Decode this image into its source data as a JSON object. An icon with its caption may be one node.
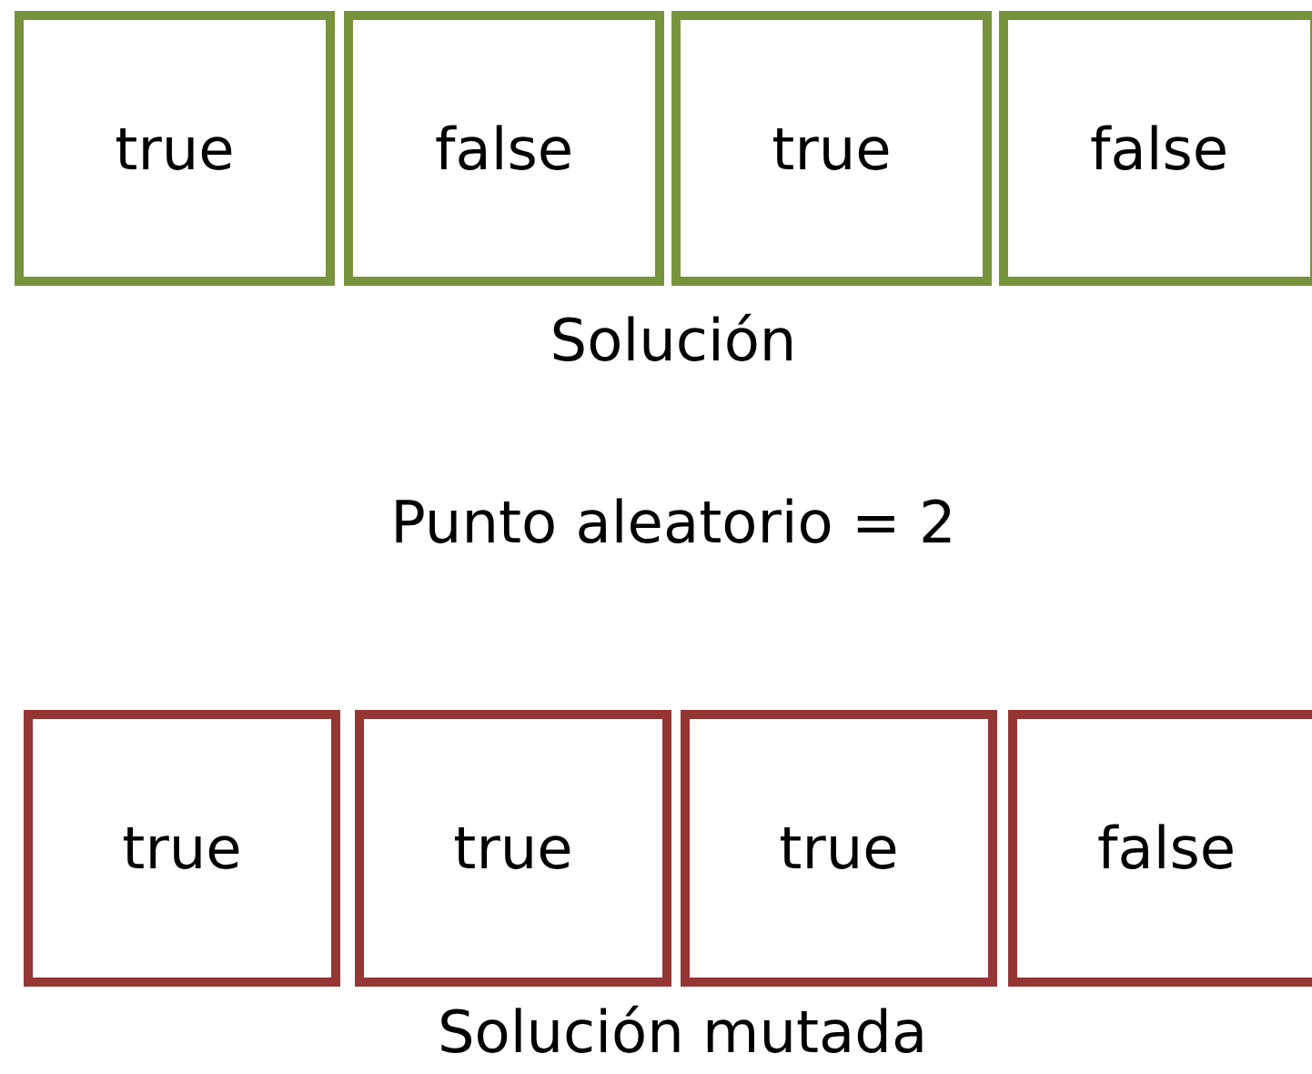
{
  "diagram": {
    "nodes": [
      {
        "text": [
          "true"
        ]
      },
      {
        "text": [
          "false"
        ]
      },
      {
        "text": [
          "true"
        ]
      },
      {
        "text": [
          "false"
        ]
      },
      {
        "text": [
          "true"
        ]
      },
      {
        "text": [
          "true"
        ]
      },
      {
        "text": [
          "true"
        ]
      },
      {
        "text": [
          "false"
        ]
      }
    ],
    "labels": [
      "Solución",
      "Punto aleatorio = 2",
      "Solución mutada"
    ]
  }
}
